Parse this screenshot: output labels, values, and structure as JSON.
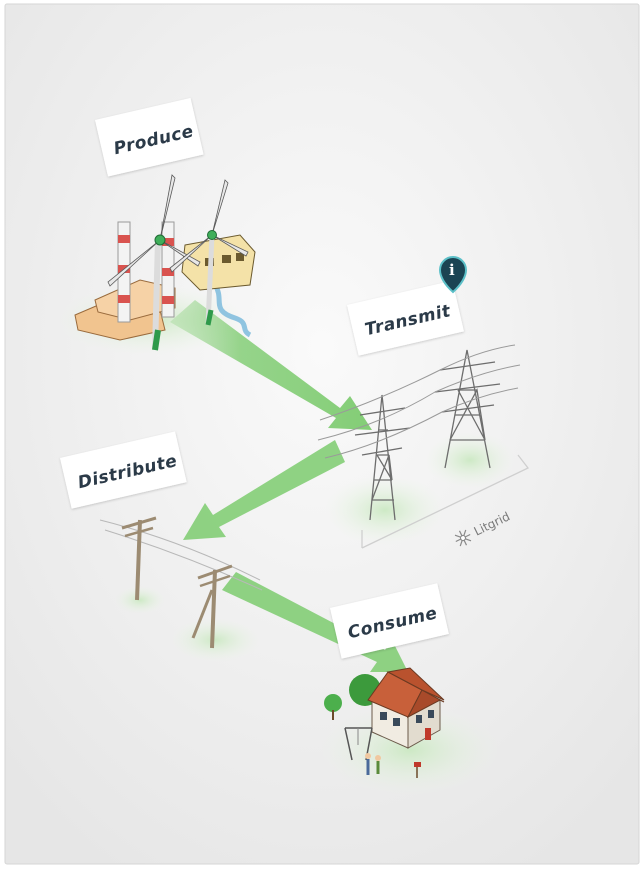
{
  "stages": {
    "produce": "Produce",
    "transmit": "Transmit",
    "distribute": "Distribute",
    "consume": "Consume"
  },
  "brand": {
    "name": "Litgrid"
  },
  "icons": {
    "info": "info-pin-icon",
    "brand": "litgrid-logo-icon"
  },
  "colors": {
    "flow_arrow": "#7dcb6f",
    "label_text": "#2b3a48",
    "info_pin": "#1b4453",
    "info_ring": "#5cc0c8"
  }
}
